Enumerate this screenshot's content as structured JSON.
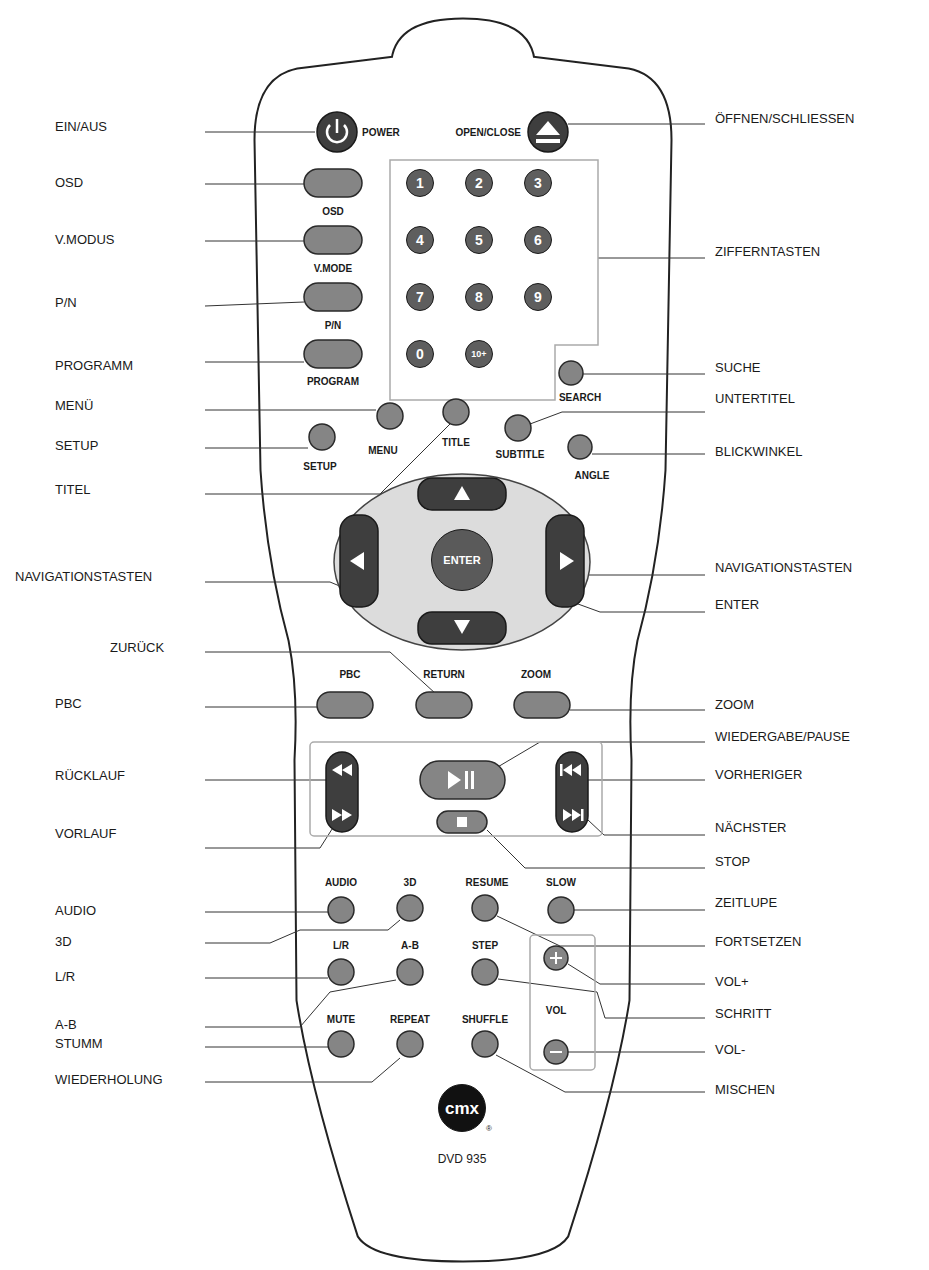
{
  "diagram": {
    "nodes": [
      {
        "text": [
          "1"
        ]
      },
      {
        "text": [
          "2"
        ]
      },
      {
        "text": [
          "3"
        ]
      },
      {
        "text": [
          "4"
        ]
      },
      {
        "text": [
          "5"
        ]
      },
      {
        "text": [
          "6"
        ]
      },
      {
        "text": [
          "7"
        ]
      },
      {
        "text": [
          "8"
        ]
      },
      {
        "text": [
          "9"
        ]
      },
      {
        "text": [
          "0"
        ]
      },
      {
        "text": [
          "10+"
        ]
      },
      {
        "text": [
          "ENTER"
        ]
      },
      {
        "text": [
          "cmx"
        ]
      }
    ],
    "labels": [
      "EIN/AUS",
      "OSD",
      "V.MODUS",
      "P/N",
      "PROGRAMM",
      "MENÜ",
      "SETUP",
      "TITEL",
      "NAVIGATIONSTASTEN",
      "ZURÜCK",
      "PBC",
      "RÜCKLAUF",
      "VORLAUF",
      "AUDIO",
      "3D",
      "L/R",
      "A-B",
      "STUMM",
      "WIEDERHOLUNG",
      "ÖFFNEN/SCHLIESSEN",
      "ZIFFERNTASTEN",
      "SUCHE",
      "UNTERTITEL",
      "BLICKWINKEL",
      "NAVIGATIONSTASTEN",
      "ENTER",
      "ZOOM",
      "WIEDERGABE/PAUSE",
      "VORHERIGER",
      "NÄCHSTER",
      "STOP",
      "ZEITLUPE",
      "FORTSETZEN",
      "VOL+",
      "SCHRITT",
      "VOL-",
      "MISCHEN",
      "POWER",
      "OPEN/CLOSE",
      "OSD",
      "V.MODE",
      "P/N",
      "PROGRAM",
      "SEARCH",
      "MENU",
      "TITLE",
      "SUBTITLE",
      "SETUP",
      "ANGLE",
      "PBC",
      "RETURN",
      "ZOOM",
      "AUDIO",
      "3D",
      "RESUME",
      "SLOW",
      "L/R",
      "A-B",
      "STEP",
      "VOL",
      "MUTE",
      "REPEAT",
      "SHUFFLE",
      "DVD 935",
      "®"
    ]
  }
}
